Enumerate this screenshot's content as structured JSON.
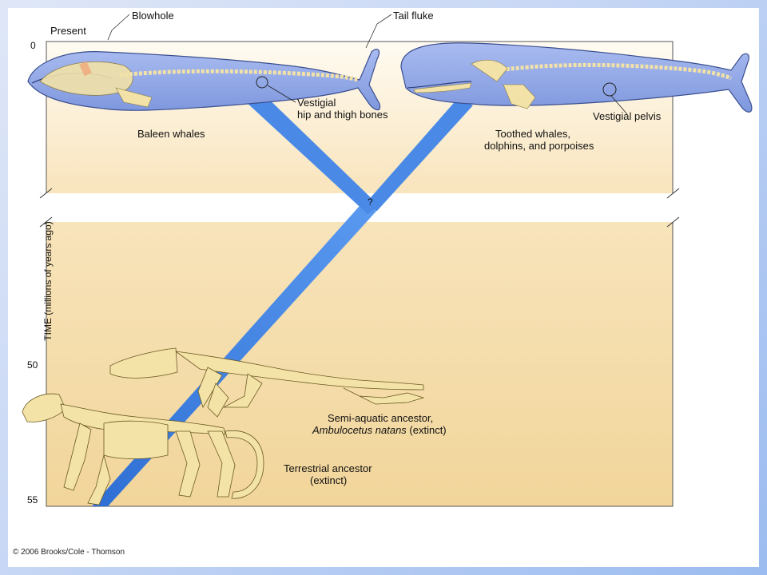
{
  "figure": {
    "present_label": "Present",
    "axis_title": "TIME (millions of years ago)",
    "axis_ticks": [
      "0",
      "50",
      "55"
    ],
    "question_mark": "?",
    "credit": "© 2006 Brooks/Cole - Thomson"
  },
  "labels": {
    "blowhole": "Blowhole",
    "tail_fluke": "Tail fluke",
    "vestigial_hip_line1": "Vestigial",
    "vestigial_hip_line2": "hip and thigh bones",
    "baleen_whales": "Baleen whales",
    "toothed_line1": "Toothed whales,",
    "toothed_line2": "dolphins, and porpoises",
    "vestigial_pelvis": "Vestigial pelvis",
    "semi_aquatic_line1": "Semi-aquatic ancestor,",
    "semi_aquatic_species": "Ambulocetus natans",
    "semi_aquatic_extinct": " (extinct)",
    "terrestrial_line1": "Terrestrial ancestor",
    "terrestrial_line2": "(extinct)"
  },
  "colors": {
    "whale_body": "#8fa6e6",
    "branch": "#3d7fdc",
    "skeleton": "#f4e3a6",
    "panel_top": "#fffaf0",
    "panel_bottom": "#f4d9a0"
  }
}
